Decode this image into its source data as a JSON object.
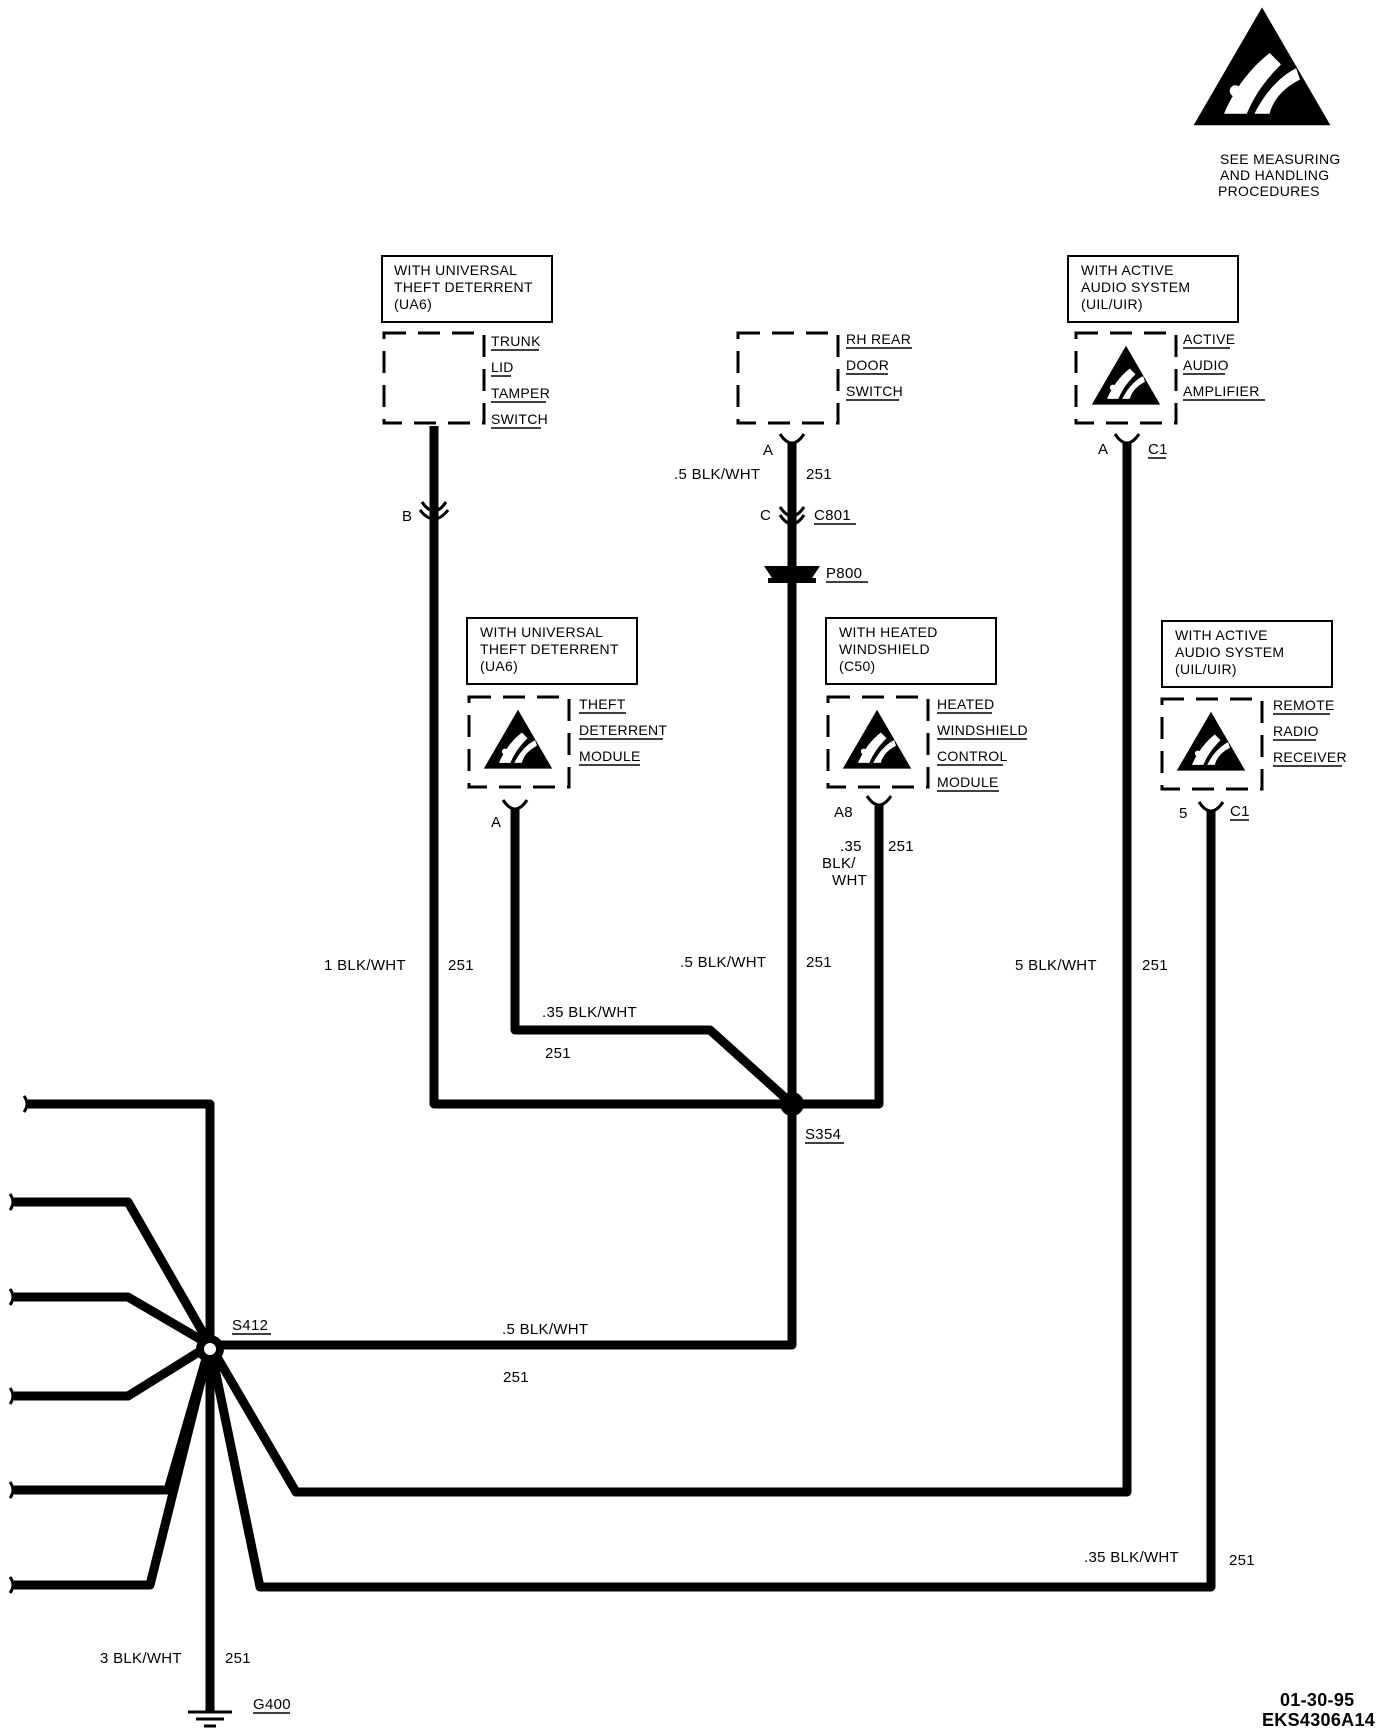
{
  "esd_note": [
    "SEE MEASURING",
    "AND HANDLING",
    "PROCEDURES"
  ],
  "condition_boxes": {
    "trunk": [
      "WITH UNIVERSAL",
      "THEFT DETERRENT",
      "(UA6)"
    ],
    "audio_amp": [
      "WITH ACTIVE",
      "AUDIO SYSTEM",
      "(UIL/UIR)"
    ],
    "theft_module": [
      "WITH UNIVERSAL",
      "THEFT DETERRENT",
      "(UA6)"
    ],
    "heated_ws": [
      "WITH HEATED",
      "WINDSHIELD",
      "(C50)"
    ],
    "radio_receiver": [
      "WITH ACTIVE",
      "AUDIO SYSTEM",
      "(UIL/UIR)"
    ]
  },
  "components": {
    "trunk_switch": [
      "TRUNK",
      "LID",
      "TAMPER",
      "SWITCH"
    ],
    "door_switch": [
      "RH REAR",
      "DOOR",
      "SWITCH"
    ],
    "audio_amplifier": [
      "ACTIVE",
      "AUDIO",
      "AMPLIFIER"
    ],
    "theft_module": [
      "THEFT",
      "DETERRENT",
      "MODULE"
    ],
    "heated_ws_module": [
      "HEATED",
      "WINDSHIELD",
      "CONTROL",
      "MODULE"
    ],
    "radio_receiver": [
      "REMOTE",
      "RADIO",
      "RECEIVER"
    ]
  },
  "pins": {
    "trunk": "B",
    "door": "A",
    "c801_pin": "C",
    "amp": "A",
    "amp_conn": "C1",
    "theft": "A",
    "heated": "A8",
    "radio": "5",
    "radio_conn": "C1"
  },
  "connectors": {
    "c801": "C801",
    "p800": "P800",
    "s354": "S354",
    "s412": "S412",
    "g400": "G400"
  },
  "wires": {
    "door_wire": ".5 BLK/WHT",
    "door_circuit": "251",
    "heated_wire_1": ".35",
    "heated_wire_2": "BLK/",
    "heated_wire_3": "WHT",
    "heated_circuit": "251",
    "trunk_wire": "1 BLK/WHT",
    "trunk_circuit": "251",
    "vertical_wire": ".5 BLK/WHT",
    "vertical_circuit": "251",
    "amp_wire": "5 BLK/WHT",
    "amp_circuit": "251",
    "theft_wire": ".35 BLK/WHT",
    "theft_circuit": "251",
    "s412_wire": ".5 BLK/WHT",
    "s412_circuit": "251",
    "radio_wire": ".35 BLK/WHT",
    "radio_circuit": "251",
    "ground_wire": "3 BLK/WHT",
    "ground_circuit": "251"
  },
  "footer": {
    "date": "01-30-95",
    "code": "EKS4306A14"
  }
}
